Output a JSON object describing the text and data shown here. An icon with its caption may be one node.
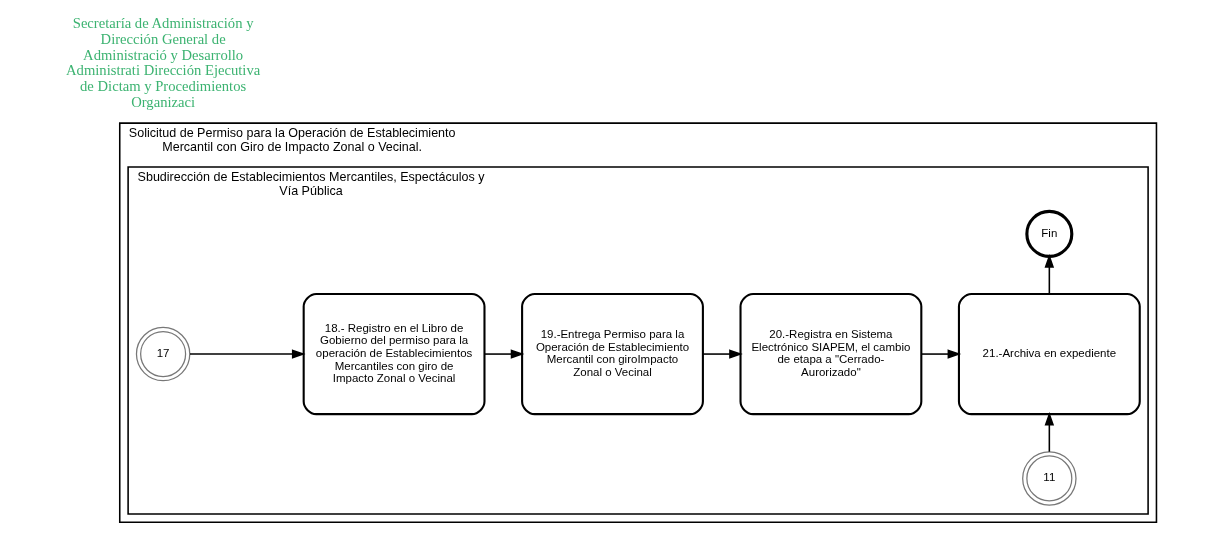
{
  "diagram": {
    "nodes": [
      {
        "text": [
          "Solicitud de Permiso para la Operación de Establecimiento Mercantil con Giro de Impacto Zonal o Vecinal."
        ]
      },
      {
        "text": [
          "Sbudirección de Establecimientos Mercantiles, Espectáculos y Vía Pública"
        ],
        "in": 0
      },
      {
        "text": [
          "17"
        ],
        "in": 1
      },
      {
        "text": [
          "18.- Registro en el Libro de Gobierno del permiso para la operación de Establecimientos Mercantiles con giro de Impacto Zonal o Vecinal"
        ],
        "in": 1
      },
      {
        "text": [
          "19.-Entrega Permiso para la Operación de Establecimiento Mercantil con giroImpacto Zonal o Vecinal"
        ],
        "in": 1
      },
      {
        "text": [
          "20.-Registra en Sistema Electrónico SIAPEM, el cambio de etapa a \"Cerrado-Aurorizado\""
        ],
        "in": 1
      },
      {
        "text": [
          "11"
        ],
        "in": 1
      },
      {
        "text": [
          "21.-Archiva en expediente"
        ],
        "in": 1
      },
      {
        "text": [
          "Fin"
        ],
        "in": 1
      }
    ],
    "edges": [
      {
        "from": 2,
        "to": 3,
        "arrow": "to"
      },
      {
        "from": 3,
        "to": 4,
        "arrow": "to"
      },
      {
        "from": 4,
        "to": 5,
        "arrow": "to"
      },
      {
        "from": 5,
        "to": 7,
        "arrow": "to"
      },
      {
        "from": 6,
        "to": 7,
        "arrow": "to"
      },
      {
        "from": 7,
        "to": 8,
        "arrow": "to"
      }
    ],
    "labels": [
      "Secretaría de Administración y Dirección General de Administració y Desarrollo Administrati Dirección Ejecutiva de Dictam y Procedimientos Organizaci"
    ]
  }
}
